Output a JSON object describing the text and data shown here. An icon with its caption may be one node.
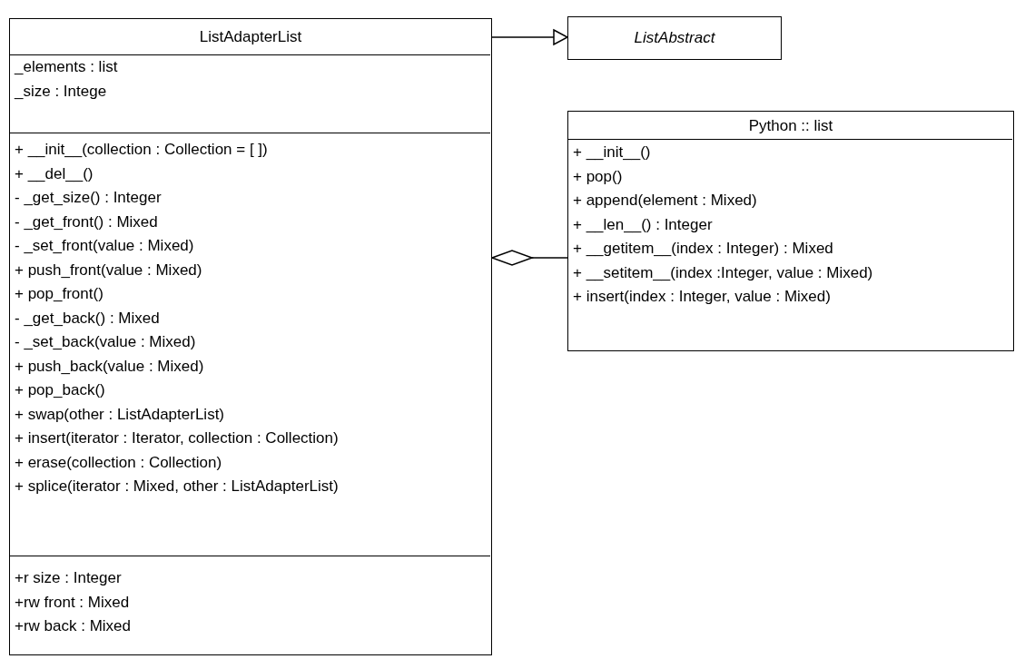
{
  "diagram": {
    "nodes": [
      {
        "text": [
          "ListAdapterList"
        ]
      },
      {
        "text": [
          "_elements : list",
          "_size : Intege"
        ],
        "in": 0
      },
      {
        "text": [
          "+ __init__(collection : Collection = [ ])",
          "+ __del__()",
          "- _get_size() : Integer",
          "- _get_front() : Mixed",
          "- _set_front(value : Mixed)",
          "+ push_front(value : Mixed)",
          "+ pop_front()",
          "- _get_back() : Mixed",
          "- _set_back(value : Mixed)",
          "+ push_back(value : Mixed)",
          "+ pop_back()",
          "+ swap(other : ListAdapterList)",
          "+ insert(iterator : Iterator, collection : Collection)",
          "+ erase(collection : Collection)",
          "+ splice(iterator : Mixed, other : ListAdapterList)"
        ],
        "in": 0
      },
      {
        "text": [
          "+r size : Integer",
          "+rw front : Mixed",
          "+rw back : Mixed"
        ],
        "in": 0
      },
      {
        "text": [
          "ListAbstract"
        ]
      },
      {
        "text": [
          "Python :: list"
        ]
      },
      {
        "text": [
          "+ __init__()",
          "+ pop()",
          "+ append(element : Mixed)",
          "+ __len__() : Integer",
          "+ __getitem__(index : Integer) : Mixed",
          "+ __setitem__(index :Integer, value : Mixed)",
          "+ insert(index : Integer, value : Mixed)"
        ],
        "in": 5
      }
    ],
    "edges": [
      {
        "from": 0,
        "to": 4,
        "arrow": "to"
      },
      {
        "from": 0,
        "to": 5,
        "arrow": "other"
      }
    ]
  }
}
